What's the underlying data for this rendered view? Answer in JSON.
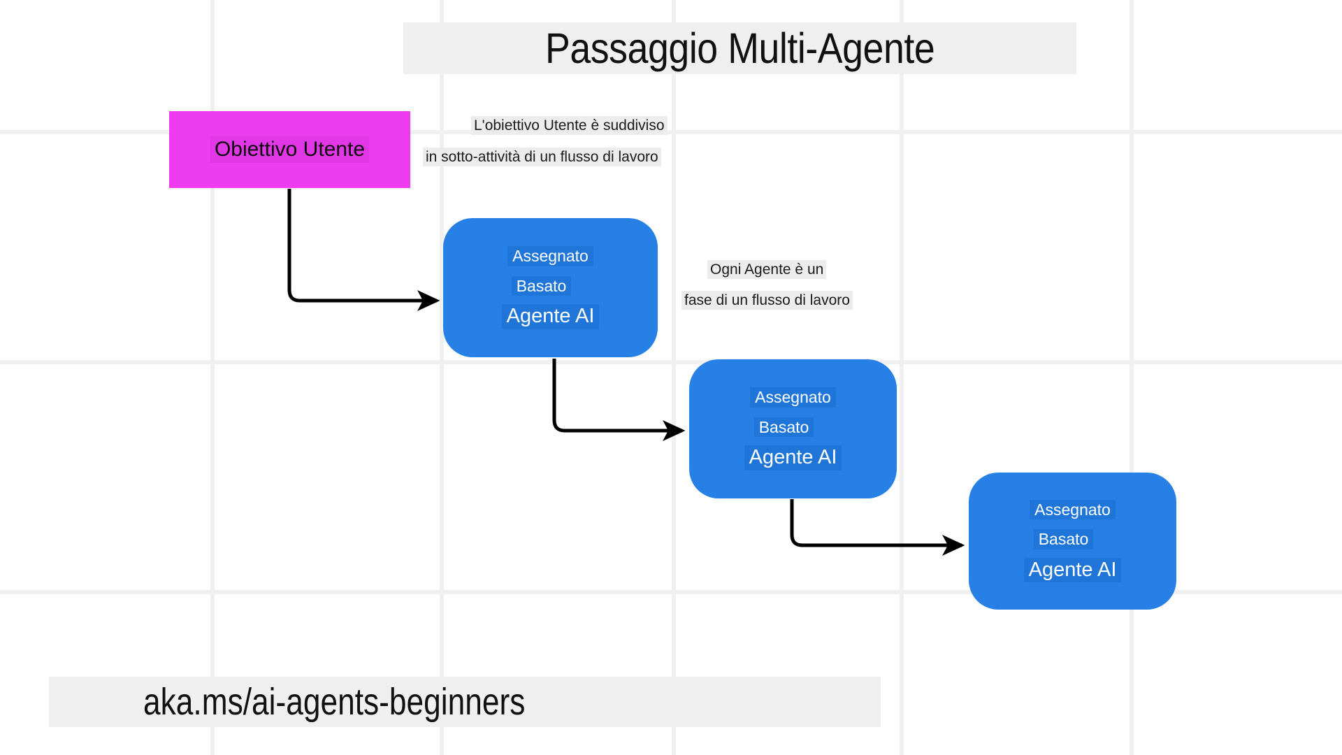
{
  "title": "Passaggio Multi-Agente",
  "footer_url": "aka.ms/ai-agents-beginners",
  "goal": {
    "label": "Obiettivo Utente"
  },
  "annotations": [
    {
      "line1": "L'obiettivo Utente è suddiviso",
      "line2": "in sotto-attività di un flusso di lavoro"
    },
    {
      "line1": "Ogni Agente è un",
      "line2": "fase di un flusso di lavoro"
    }
  ],
  "agents": [
    {
      "line1": "Assegnato",
      "line2": "Basato",
      "line3": "Agente AI"
    },
    {
      "line1": "Assegnato",
      "line2": "Basato",
      "line3": "Agente AI"
    },
    {
      "line1": "Assegnato",
      "line2": "Basato",
      "line3": "Agente AI"
    }
  ],
  "colors": {
    "goal": "#ee3cf0",
    "agent": "#2680e5",
    "grid": "#f0f0f0",
    "band": "#efefef",
    "arrow": "#000000"
  }
}
